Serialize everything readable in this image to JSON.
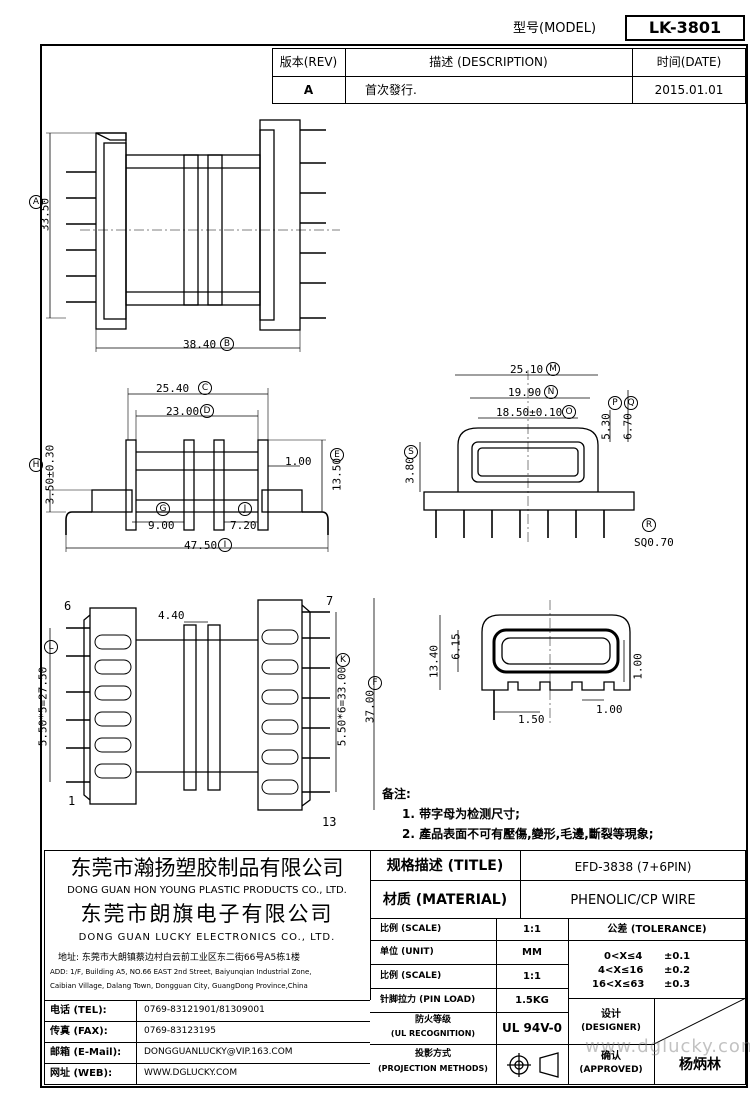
{
  "header": {
    "model_label": "型号(MODEL)",
    "model_value": "LK-3801"
  },
  "revision": {
    "col_rev": "版本(REV)",
    "col_desc": "描述 (DESCRIPTION)",
    "col_date": "时间(DATE)",
    "row_rev": "A",
    "row_desc": "首次發行.",
    "row_date": "2015.01.01"
  },
  "dims": {
    "a": "33.50",
    "b": "38.40",
    "c": "25.40",
    "d": "23.00",
    "e": "13.50",
    "f_one": "1.00",
    "h": "3.50±0.30",
    "g": "9.00",
    "j": "7.20",
    "i": "47.50",
    "m": "25.10",
    "n": "19.90",
    "o": "18.50±0.10",
    "p": "5.30",
    "q": "6.70",
    "s": "3.80",
    "r": "SQ0.70",
    "pin6": "6",
    "pin7": "7",
    "pin1": "1",
    "pin13": "13",
    "w440": "4.40",
    "k": "5.50*6=33.00",
    "l": "5.50*5=27.50",
    "h37": "37.00",
    "d615": "6.15",
    "d1340": "13.40",
    "d100a": "1.00",
    "d150": "1.50",
    "d100b": "1.00"
  },
  "markers": {
    "A": "A",
    "B": "B",
    "C": "C",
    "D": "D",
    "E": "E",
    "F": "F",
    "G": "G",
    "H": "H",
    "I": "I",
    "J": "J",
    "K": "K",
    "L": "L",
    "M": "M",
    "N": "N",
    "O": "O",
    "P": "P",
    "Q": "Q",
    "R": "R",
    "S": "S"
  },
  "notes": {
    "title": "备注:",
    "n1": "1. 带字母为检测尺寸;",
    "n2": "2. 產品表面不可有壓傷,變形,毛邊,斷裂等現象;"
  },
  "company": {
    "name1_cn": "东莞市瀚扬塑胶制品有限公司",
    "name1_en": "DONG GUAN HON YOUNG PLASTIC PRODUCTS CO., LTD.",
    "name2_cn": "东莞市朗旗电子有限公司",
    "name2_en": "DONG GUAN LUCKY ELECTRONICS CO., LTD.",
    "addr_cn": "地址: 东莞市大朗镇蔡边村白云前工业区东二街66号A5栋1楼",
    "addr_en1": "ADD: 1/F, Building A5, NO.66 EAST 2nd Street, Baiyunqian Industrial Zone,",
    "addr_en2": "Caibian Village, Dalang Town, Dongguan City, GuangDong Province,China"
  },
  "contact": {
    "tel_label": "电话 (TEL):",
    "tel": "0769-83121901/81309001",
    "fax_label": "传真 (FAX):",
    "fax": "0769-83123195",
    "mail_label": "邮箱 (E-Mail):",
    "mail": "DONGGUANLUCKY@VIP.163.COM",
    "web_label": "网址 (WEB):",
    "web": "WWW.DGLUCKY.COM"
  },
  "spec": {
    "title_label": "规格描述 (TITLE)",
    "title_value": "EFD-3838 (7+6PIN)",
    "material_label": "材质 (MATERIAL)",
    "material_value": "PHENOLIC/CP WIRE",
    "scale_label": "比例 (SCALE)",
    "scale_value": "1:1",
    "unit_label": "单位 (UNIT)",
    "unit_value": "MM",
    "scale2_label": "比例 (SCALE)",
    "scale2_value": "1:1",
    "pin_label": "针脚拉力 (PIN LOAD)",
    "pin_value": "1.5KG",
    "ul_label1": "防火等级",
    "ul_label2": "(UL RECOGNITION)",
    "ul_value": "UL 94V-0",
    "proj_label1": "投影方式",
    "proj_label2": "(PROJECTION METHODS)",
    "tol_label": "公差 (TOLERANCE)",
    "tol1": "0<X≤4",
    "tol1v": "±0.1",
    "tol2": "4<X≤16",
    "tol2v": "±0.2",
    "tol3": "16<X≤63",
    "tol3v": "±0.3",
    "designer_label1": "设计",
    "designer_label2": "(DESIGNER)",
    "approved_label1": "确认",
    "approved_label2": "(APPROVED)",
    "approved_name": "杨炳林",
    "watermark": "www.dglucky.com"
  }
}
